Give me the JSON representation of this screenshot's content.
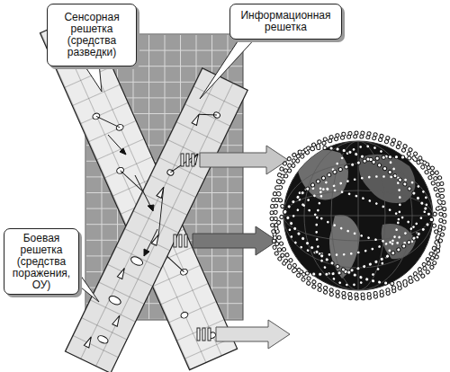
{
  "diagram": {
    "nodes": [
      {
        "text": [
          "Сенсорная решетка (средства разведки)"
        ]
      },
      {
        "text": [
          "Информационная решетка"
        ]
      },
      {
        "text": [
          "Боевая решетка (средства поражения, ОУ)"
        ]
      }
    ]
  }
}
